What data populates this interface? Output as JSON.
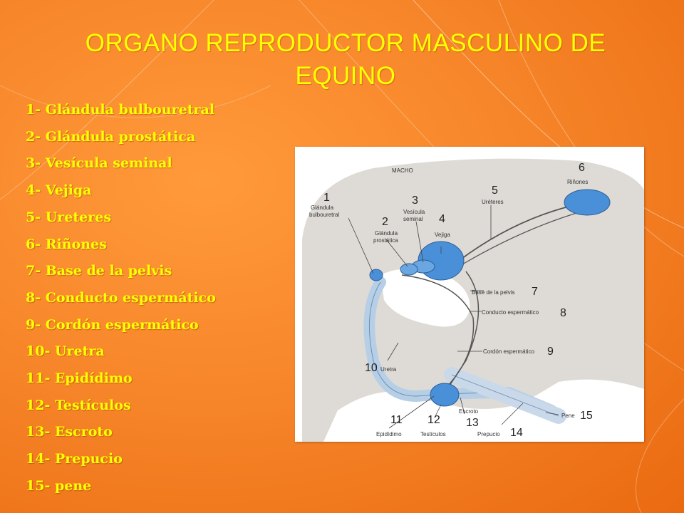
{
  "title": "ORGANO REPRODUCTOR MASCULINO DE EQUINO",
  "legend_items": [
    "1- Glándula bulbouretral",
    "2- Glándula prostática",
    "3- Vesícula seminal",
    "4- Vejiga",
    "5- Ureteres",
    "6- Riñones",
    "7- Base de la pelvis",
    "8- Conducto espermático",
    "9- Cordón espermático",
    "10- Uretra",
    "11- Epidídimo",
    "12- Testículos",
    "13- Escroto",
    "14- Prepucio",
    "15- pene"
  ],
  "figure": {
    "header": "MACHO",
    "numbers": [
      "1",
      "2",
      "3",
      "4",
      "5",
      "6",
      "7",
      "8",
      "9",
      "10",
      "11",
      "12",
      "13",
      "14",
      "15"
    ],
    "labels": {
      "bulbouretral_a": "Glándula",
      "bulbouretral_b": "bulbouretral",
      "prostatica_a": "Glándula",
      "prostatica_b": "prostática",
      "vesicula_a": "Vesícula",
      "vesicula_b": "seminal",
      "vejiga": "Vejiga",
      "ureteres": "Uréteres",
      "rinones": "Riñones",
      "base_pelvis": "Base de la pelvis",
      "conducto": "Conducto espermático",
      "cordon": "Cordón espermático",
      "uretra": "Uretra",
      "epididimo": "Epidídimo",
      "testiculos": "Testículos",
      "escroto": "Escroto",
      "prepucio": "Prepucio",
      "pene": "Pene"
    }
  },
  "colors": {
    "background": "#f7862a",
    "text": "#ffff00",
    "organ": "#4a90d9",
    "body": "#dedbd6"
  }
}
